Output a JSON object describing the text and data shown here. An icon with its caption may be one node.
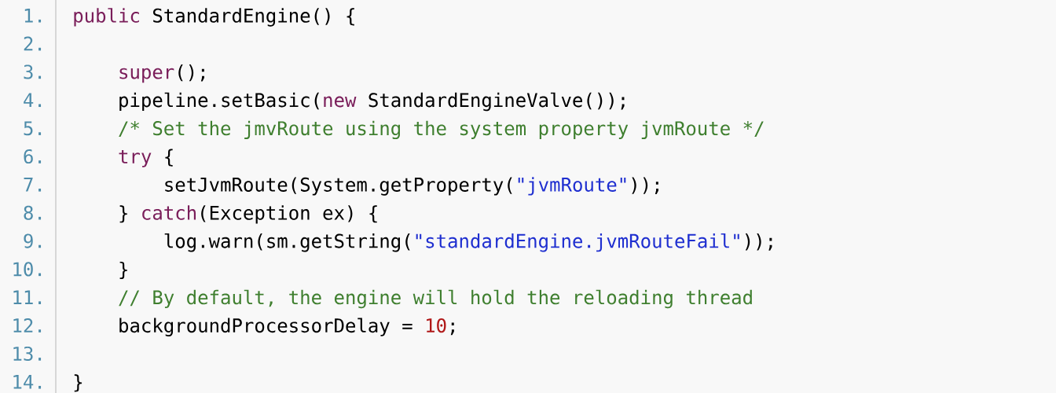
{
  "diagram": {
    "labels": [
      "1.",
      "public",
      "StandardEngine() {",
      "2.",
      "3.",
      "super",
      "();",
      "4.",
      "pipeline.setBasic(",
      "new",
      "StandardEngineValve());",
      "5.",
      "/* Set the jmvRoute using the system property jvmRoute */",
      "6.",
      "try",
      "{",
      "7.",
      "setJvmRoute(System.getProperty(",
      "\"jvmRoute\"",
      "));",
      "8.",
      "}",
      "catch",
      "(Exception ex) {",
      "9.",
      "log.warn(sm.getString(",
      "\"standardEngine.jvmRouteFail\"",
      "));",
      "10.",
      "}",
      "11.",
      "// By default, the engine will hold the reloading thread",
      "12.",
      "backgroundProcessorDelay =",
      "10",
      ";",
      "13.",
      "14.",
      "}"
    ]
  }
}
